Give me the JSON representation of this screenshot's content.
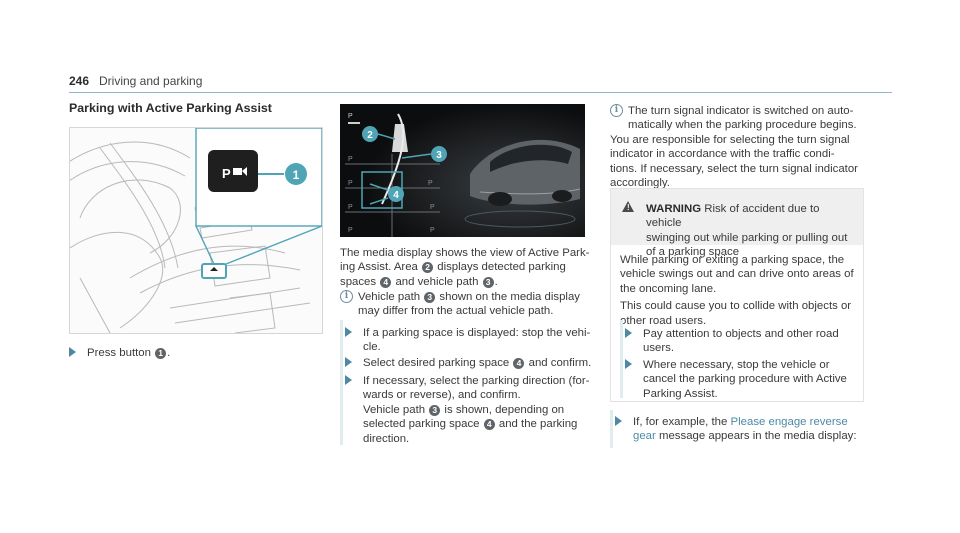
{
  "header": {
    "page_number": "246",
    "chapter": "Driving and parking"
  },
  "section_title": "Parking with Active Parking Assist",
  "figure1": {
    "callout": "1"
  },
  "figure2": {
    "callouts": [
      "2",
      "3",
      "4"
    ],
    "display_label": "P"
  },
  "col1": {
    "step1_text": "Press button",
    "step1_num": "1",
    "step1_end": "."
  },
  "col2": {
    "para_a": "The media display shows the view of Active Park-",
    "para_b": "ing Assist. Area",
    "para_b_num": "2",
    "para_b_tail": "displays detected parking",
    "para_c": "spaces",
    "para_c_num1": "4",
    "para_c_mid": "and vehicle path",
    "para_c_num2": "3",
    "para_c_end": ".",
    "info1_a": "Vehicle path",
    "info1_num": "3",
    "info1_b": "shown on the media display",
    "info1_c": "may differ from the actual vehicle path.",
    "step1_a": "If a parking space is displayed: stop the vehi-",
    "step1_b": "cle.",
    "step2_a": "Select desired parking space",
    "step2_num": "4",
    "step2_b": "and confirm.",
    "step3_a": "If necessary, select the parking direction (for-",
    "step3_b": "wards or reverse), and confirm.",
    "step3_c": "Vehicle path",
    "step3_num1": "3",
    "step3_d": "is shown, depending on",
    "step3_e": "selected parking space",
    "step3_num2": "4",
    "step3_f": "and the parking",
    "step3_g": "direction."
  },
  "col3": {
    "info_a": "The turn signal indicator is switched on auto-",
    "info_b": "matically when the parking procedure begins.",
    "para_1": "You are responsible for selecting the turn signal",
    "para_2": "indicator in accordance with the traffic condi-",
    "para_3": "tions. If necessary, select the turn signal indicator",
    "para_4": "accordingly.",
    "warning_label": "WARNING",
    "warning_a": "Risk of accident due to vehicle",
    "warning_b": "swinging out while parking or pulling out",
    "warning_c": "of a parking space",
    "wbody_1": "While parking or exiting a parking space, the",
    "wbody_2": "vehicle swings out and can drive onto areas of",
    "wbody_3": "the oncoming lane.",
    "wbody_4": "This could cause you to collide with objects or",
    "wbody_5": "other road users.",
    "wstep1_a": "Pay attention to objects and other road",
    "wstep1_b": "users.",
    "wstep2_a": "Where necessary, stop the vehicle or",
    "wstep2_b": "cancel the parking procedure with Active",
    "wstep2_c": "Parking Assist.",
    "final_a": "If, for example, the",
    "final_link_a": "Please engage reverse",
    "final_link_b": "gear",
    "final_b": "message appears in the media display:"
  },
  "colors": {
    "accent": "#4d8aa6",
    "callout": "#4fa5b6"
  }
}
